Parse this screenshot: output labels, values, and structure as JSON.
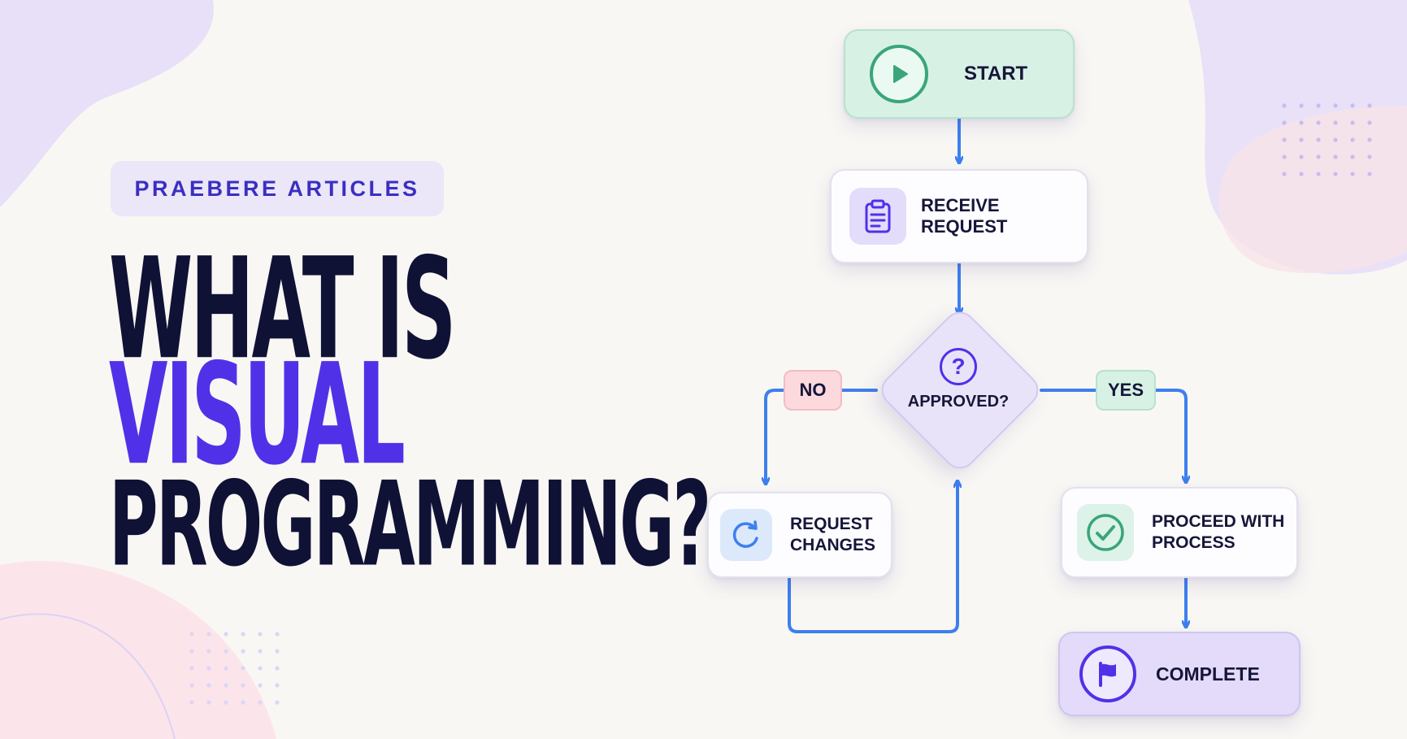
{
  "article": {
    "tag": "PRAEBERE ARTICLES",
    "headline_line1": "WHAT IS",
    "headline_line2": "VISUAL",
    "headline_line3": "PROGRAMMING?"
  },
  "flowchart": {
    "start": {
      "label": "START",
      "icon": "play-icon"
    },
    "receive": {
      "label": "RECEIVE REQUEST",
      "icon": "clipboard-icon"
    },
    "decision": {
      "label": "APPROVED?",
      "icon": "question-icon"
    },
    "no_label": "NO",
    "yes_label": "YES",
    "changes": {
      "line1": "REQUEST",
      "line2": "CHANGES",
      "icon": "refresh-icon"
    },
    "proceed": {
      "line1": "PROCEED WITH",
      "line2": "PROCESS",
      "icon": "check-icon"
    },
    "complete": {
      "label": "COMPLETE",
      "icon": "flag-icon"
    }
  },
  "colors": {
    "background": "#f9f7f4",
    "headline_dark": "#0f1235",
    "headline_accent": "#5131e8",
    "connector": "#3d7fef",
    "start_fill": "#d8f1e5",
    "complete_fill": "#e3dbf9",
    "no_fill": "#fbd9dd",
    "yes_fill": "#d8f1e5"
  }
}
